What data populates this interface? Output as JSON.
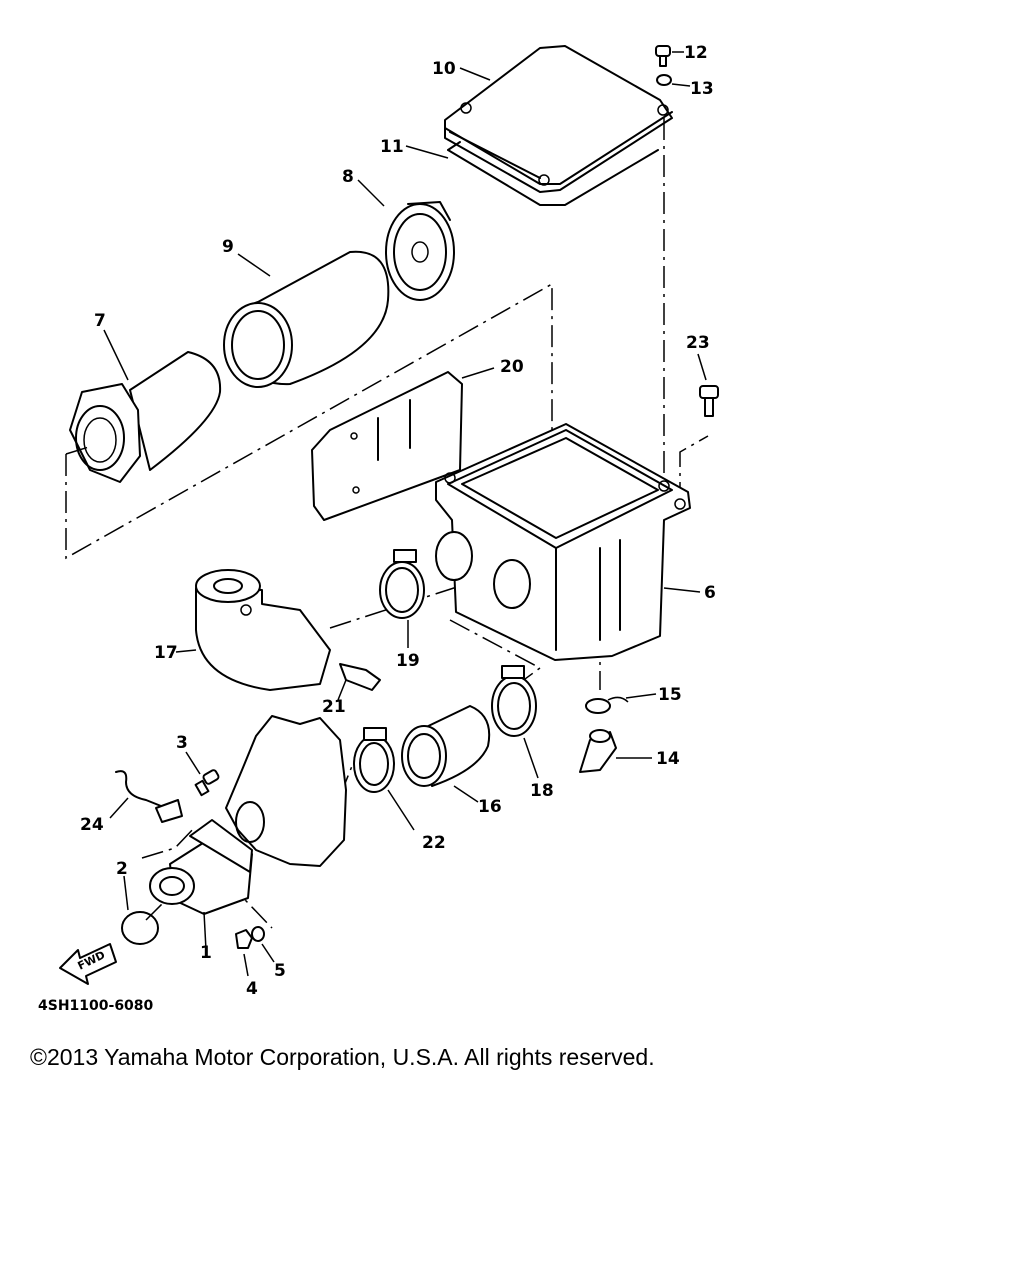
{
  "diagram": {
    "drawing_id": "4SH1100-6080",
    "fwd_marker": "FWD",
    "callouts": [
      "1",
      "2",
      "3",
      "4",
      "5",
      "6",
      "7",
      "8",
      "9",
      "10",
      "11",
      "12",
      "13",
      "14",
      "15",
      "16",
      "17",
      "18",
      "19",
      "20",
      "21",
      "22",
      "23",
      "24"
    ]
  },
  "footer": {
    "copyright": "©2013 Yamaha Motor Corporation, U.S.A. All rights reserved."
  }
}
